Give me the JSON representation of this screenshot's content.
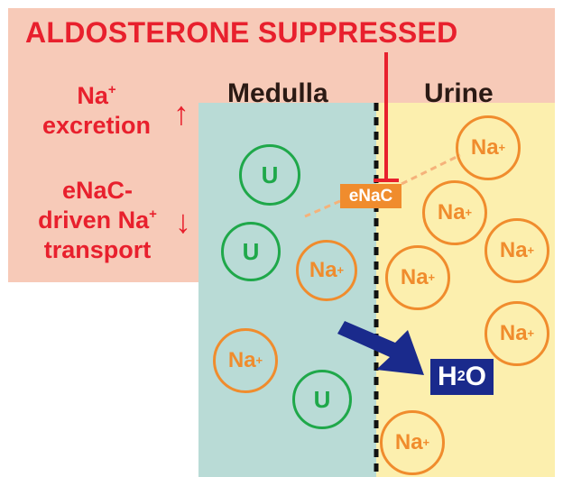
{
  "title": "ALDOSTERONE SUPPRESSED",
  "compartments": {
    "left": "Medulla",
    "right": "Urine"
  },
  "effects": [
    {
      "lines": [
        "Na",
        "excretion"
      ],
      "superscript": "+",
      "direction": "up"
    },
    {
      "lines": [
        "eNaC-",
        "driven Na",
        "transport"
      ],
      "superscript": "+",
      "direction": "down"
    }
  ],
  "channel_label": "eNaC",
  "water_label": {
    "base": "H",
    "subscript": "2",
    "suffix": "O"
  },
  "ion_label": {
    "base": "Na",
    "superscript": "+"
  },
  "urea_label": "U",
  "colors": {
    "band": "#f7cab8",
    "medulla": "#b9dbd6",
    "urine": "#fcefae",
    "red": "#e8202d",
    "sodium": "#f08c2d",
    "urea": "#1fa84a",
    "water_arrow": "#1a2a8c",
    "dark_text": "#2b1a14"
  }
}
